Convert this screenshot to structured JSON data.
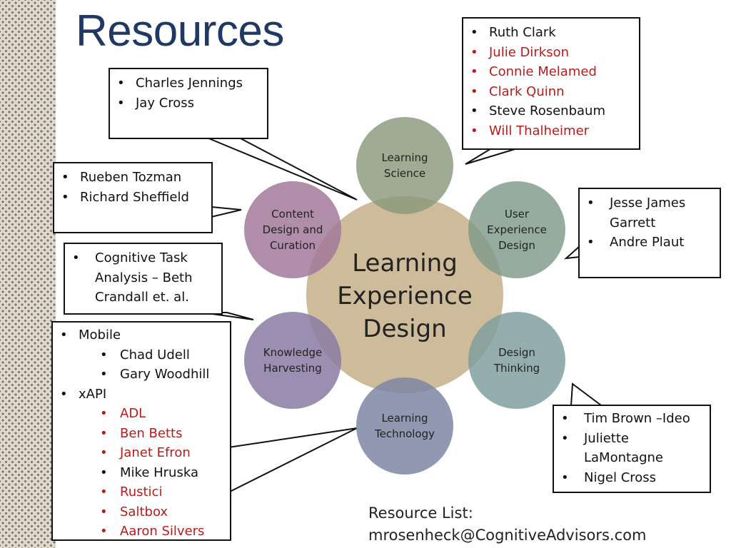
{
  "title": "Resources",
  "center": {
    "label": "Learning Experience Design",
    "lines": [
      "Learning",
      "Experience",
      "Design"
    ]
  },
  "nodes": {
    "learning_science": {
      "lines": [
        "Learning",
        "Science"
      ]
    },
    "user_experience": {
      "lines": [
        "User",
        "Experience",
        "Design"
      ]
    },
    "design_thinking": {
      "lines": [
        "Design",
        "Thinking"
      ]
    },
    "learning_technology": {
      "lines": [
        "Learning",
        "Technology"
      ]
    },
    "knowledge_harvesting": {
      "lines": [
        "Knowledge",
        "Harvesting"
      ]
    },
    "content_design": {
      "lines": [
        "Content",
        "Design and",
        "Curation"
      ]
    }
  },
  "colors": {
    "title": "#1f3864",
    "center": "#c9b48f",
    "learning_science": "#8a9a7b",
    "user_experience": "#7f9a8a",
    "design_thinking": "#7d9c9e",
    "learning_technology": "#7c86a5",
    "knowledge_harvesting": "#8a7ba3",
    "content_design": "#a2799a",
    "highlight": "#b71c1c"
  },
  "callouts": {
    "jennings": {
      "items": [
        {
          "text": "Charles Jennings"
        },
        {
          "text": "Jay Cross"
        }
      ]
    },
    "clark": {
      "items": [
        {
          "text": "Ruth Clark",
          "red": false
        },
        {
          "text": "Julie Dirkson",
          "red": true
        },
        {
          "text": "Connie Melamed",
          "red": true
        },
        {
          "text": "Clark Quinn",
          "red": true
        },
        {
          "text": "Steve Rosenbaum",
          "red": false
        },
        {
          "text": "Will Thalheimer",
          "red": true
        }
      ]
    },
    "tozman": {
      "items": [
        {
          "text": "Rueben Tozman"
        },
        {
          "text": "Richard Sheffield"
        }
      ]
    },
    "garrett": {
      "items": [
        {
          "text": "Jesse James Garrett"
        },
        {
          "text": "Andre Plaut"
        }
      ]
    },
    "cognitive": {
      "items": [
        {
          "text": "Cognitive Task Analysis – Beth Crandall et. al."
        }
      ]
    },
    "mobile": {
      "items": [
        {
          "text": "Mobile",
          "level": 1,
          "red": false
        },
        {
          "text": "Chad Udell",
          "level": 2,
          "red": false
        },
        {
          "text": "Gary Woodhill",
          "level": 2,
          "red": false
        },
        {
          "text": "xAPI",
          "level": 1,
          "red": false
        },
        {
          "text": "ADL",
          "level": 2,
          "red": true
        },
        {
          "text": "Ben Betts",
          "level": 2,
          "red": true
        },
        {
          "text": "Janet Efron",
          "level": 2,
          "red": true
        },
        {
          "text": "Mike Hruska",
          "level": 2,
          "red": false
        },
        {
          "text": "Rustici",
          "level": 2,
          "red": true
        },
        {
          "text": "Saltbox",
          "level": 2,
          "red": true
        },
        {
          "text": "Aaron Silvers",
          "level": 2,
          "red": true
        }
      ]
    },
    "brown": {
      "items": [
        {
          "text": "Tim Brown –Ideo"
        },
        {
          "text": "Juliette LaMontagne"
        },
        {
          "text": "Nigel Cross"
        }
      ]
    }
  },
  "resource_list": {
    "label": "Resource List:",
    "email": "mrosenheck@CognitiveAdvisors.com"
  }
}
